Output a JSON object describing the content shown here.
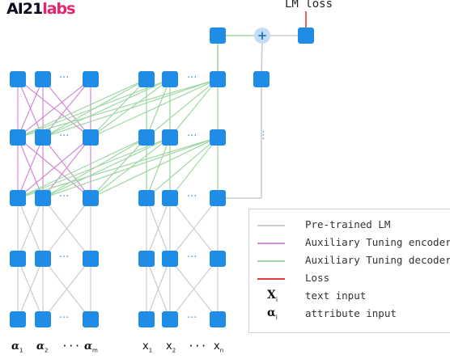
{
  "logo": {
    "part1": "AI21",
    "part2": "labs"
  },
  "lm_loss_label": "LM loss",
  "plus_symbol": "+",
  "ellipsis": "···",
  "vertical_ellipsis": "⋮",
  "colors": {
    "node": "#1f8ce6",
    "pretrained": "#cccccc",
    "encoder": "#d48ad4",
    "decoder": "#9fd8a4",
    "loss": "#e03a3a",
    "plus_node": "#c6dcf2"
  },
  "legend": [
    {
      "kind": "line",
      "color": "#cccccc",
      "text": "Pre-trained LM"
    },
    {
      "kind": "line",
      "color": "#d48ad4",
      "text": "Auxiliary Tuning encoder"
    },
    {
      "kind": "line",
      "color": "#9fd8a4",
      "text": "Auxiliary Tuning decoder"
    },
    {
      "kind": "line",
      "color": "#e03a3a",
      "text": "Loss"
    },
    {
      "kind": "symbol",
      "symbol": "X",
      "sub": "i",
      "text": "text input"
    },
    {
      "kind": "symbol",
      "symbol": "α",
      "sub": "i",
      "text": "attribute input"
    }
  ],
  "bottom_labels": [
    {
      "symbol": "α",
      "sub": "1",
      "style": "alpha"
    },
    {
      "symbol": "α",
      "sub": "2",
      "style": "alpha"
    },
    {
      "symbol": "···",
      "sub": "",
      "style": "dots"
    },
    {
      "symbol": "α",
      "sub": "m",
      "style": "alpha"
    },
    {
      "symbol": "x",
      "sub": "1",
      "style": "x"
    },
    {
      "symbol": "x",
      "sub": "2",
      "style": "x"
    },
    {
      "symbol": "···",
      "sub": "",
      "style": "dots"
    },
    {
      "symbol": "x",
      "sub": "n",
      "style": "x"
    }
  ]
}
